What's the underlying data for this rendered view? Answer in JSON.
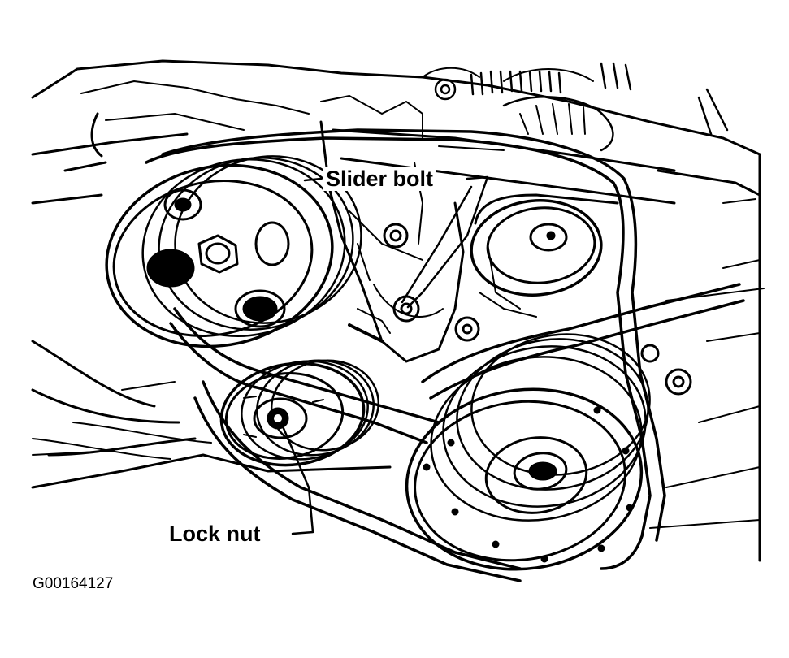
{
  "labels": {
    "slider_bolt": "Slider bolt",
    "lock_nut": "Lock nut"
  },
  "figure_id": "G00164127",
  "colors": {
    "ink": "#000000",
    "paper": "#ffffff"
  }
}
